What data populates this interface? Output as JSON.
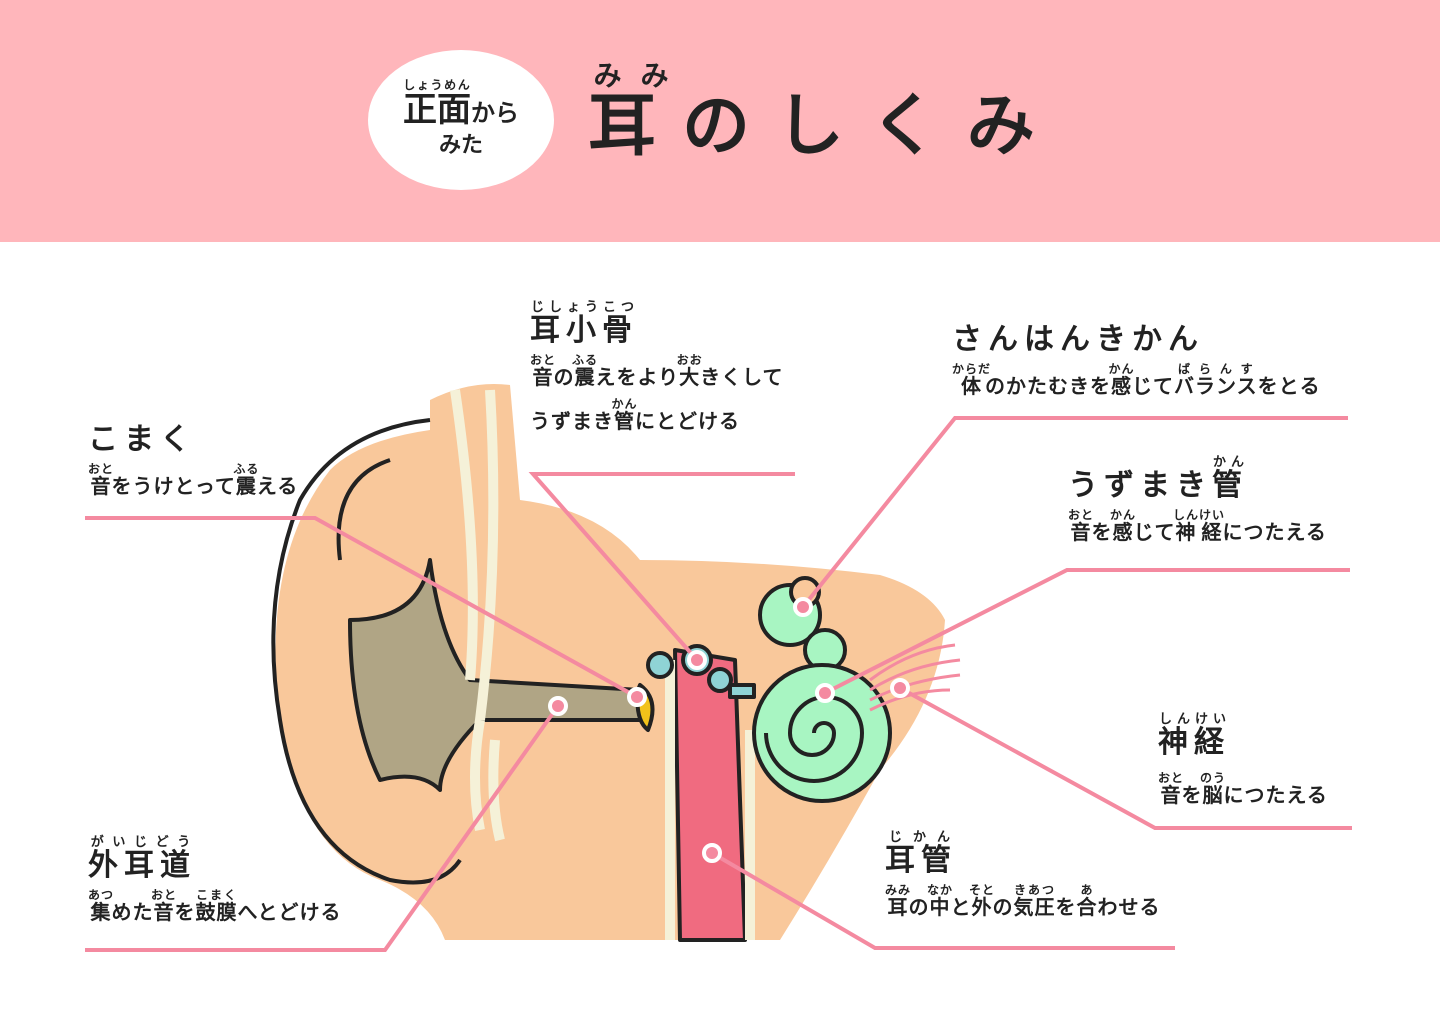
{
  "header": {
    "badge": {
      "line1": [
        {
          "t": "正面",
          "r": "しょうめん"
        },
        {
          "t": "から",
          "r": ""
        }
      ],
      "line2": "みた"
    },
    "title": {
      "ruby": "みみ",
      "kanji": "耳",
      "rest": "のしくみ"
    }
  },
  "colors": {
    "header": "#ffb6bb",
    "skin": "#f9c89b",
    "line": "#f48aa0",
    "canal": "#b0a585",
    "tube": "#f06b80",
    "cochlea": "#a8f5c2",
    "ossicle": "#8fd3d5"
  },
  "labels": {
    "koshoukotsu": {
      "title": [
        {
          "t": "耳小骨",
          "r": "じしょうこつ"
        }
      ],
      "lines": [
        [
          {
            "t": "音",
            "r": "おと"
          },
          {
            "t": "の",
            "r": ""
          },
          {
            "t": "震",
            "r": "ふる"
          },
          {
            "t": "えをより",
            "r": ""
          },
          {
            "t": "大",
            "r": "おお"
          },
          {
            "t": "きくして",
            "r": ""
          }
        ],
        [
          {
            "t": "うずまき",
            "r": ""
          },
          {
            "t": "管",
            "r": "かん"
          },
          {
            "t": "にとどける",
            "r": ""
          }
        ]
      ]
    },
    "komaku": {
      "title": [
        {
          "t": "こまく",
          "r": ""
        }
      ],
      "lines": [
        [
          {
            "t": "音",
            "r": "おと"
          },
          {
            "t": "をうけとって",
            "r": ""
          },
          {
            "t": "震",
            "r": "ふる"
          },
          {
            "t": "える",
            "r": ""
          }
        ]
      ]
    },
    "sanhankikan": {
      "title": [
        {
          "t": "さんはんきかん",
          "r": ""
        }
      ],
      "lines": [
        [
          {
            "t": "体",
            "r": "からだ"
          },
          {
            "t": "のかたむきを",
            "r": ""
          },
          {
            "t": "感",
            "r": "かん"
          },
          {
            "t": "じて",
            "r": ""
          },
          {
            "t": "バランス",
            "r": "ばらんす"
          },
          {
            "t": "をとる",
            "r": ""
          }
        ]
      ]
    },
    "uzumakikan": {
      "title": [
        {
          "t": "うずまき",
          "r": ""
        },
        {
          "t": "管",
          "r": "かん"
        }
      ],
      "lines": [
        [
          {
            "t": "音",
            "r": "おと"
          },
          {
            "t": "を",
            "r": ""
          },
          {
            "t": "感",
            "r": "かん"
          },
          {
            "t": "じて",
            "r": ""
          },
          {
            "t": "神経",
            "r": "しんけい"
          },
          {
            "t": "につたえる",
            "r": ""
          }
        ]
      ]
    },
    "shinkei": {
      "title": [
        {
          "t": "神経",
          "r": "しんけい"
        }
      ],
      "lines": [
        [
          {
            "t": "音",
            "r": "おと"
          },
          {
            "t": "を",
            "r": ""
          },
          {
            "t": "脳",
            "r": "のう"
          },
          {
            "t": "につたえる",
            "r": ""
          }
        ]
      ]
    },
    "gaijidou": {
      "title": [
        {
          "t": "外耳道",
          "r": "がいじどう"
        }
      ],
      "lines": [
        [
          {
            "t": "集",
            "r": "あつ"
          },
          {
            "t": "めた",
            "r": ""
          },
          {
            "t": "音",
            "r": "おと"
          },
          {
            "t": "を",
            "r": ""
          },
          {
            "t": "鼓膜",
            "r": "こまく"
          },
          {
            "t": "へとどける",
            "r": ""
          }
        ]
      ]
    },
    "jikan": {
      "title": [
        {
          "t": "耳管",
          "r": "じかん"
        }
      ],
      "lines": [
        [
          {
            "t": "耳",
            "r": "みみ"
          },
          {
            "t": "の",
            "r": ""
          },
          {
            "t": "中",
            "r": "なか"
          },
          {
            "t": "と",
            "r": ""
          },
          {
            "t": "外",
            "r": "そと"
          },
          {
            "t": "の",
            "r": ""
          },
          {
            "t": "気圧",
            "r": "きあつ"
          },
          {
            "t": "を",
            "r": ""
          },
          {
            "t": "合",
            "r": "あ"
          },
          {
            "t": "わせる",
            "r": ""
          }
        ]
      ]
    }
  }
}
